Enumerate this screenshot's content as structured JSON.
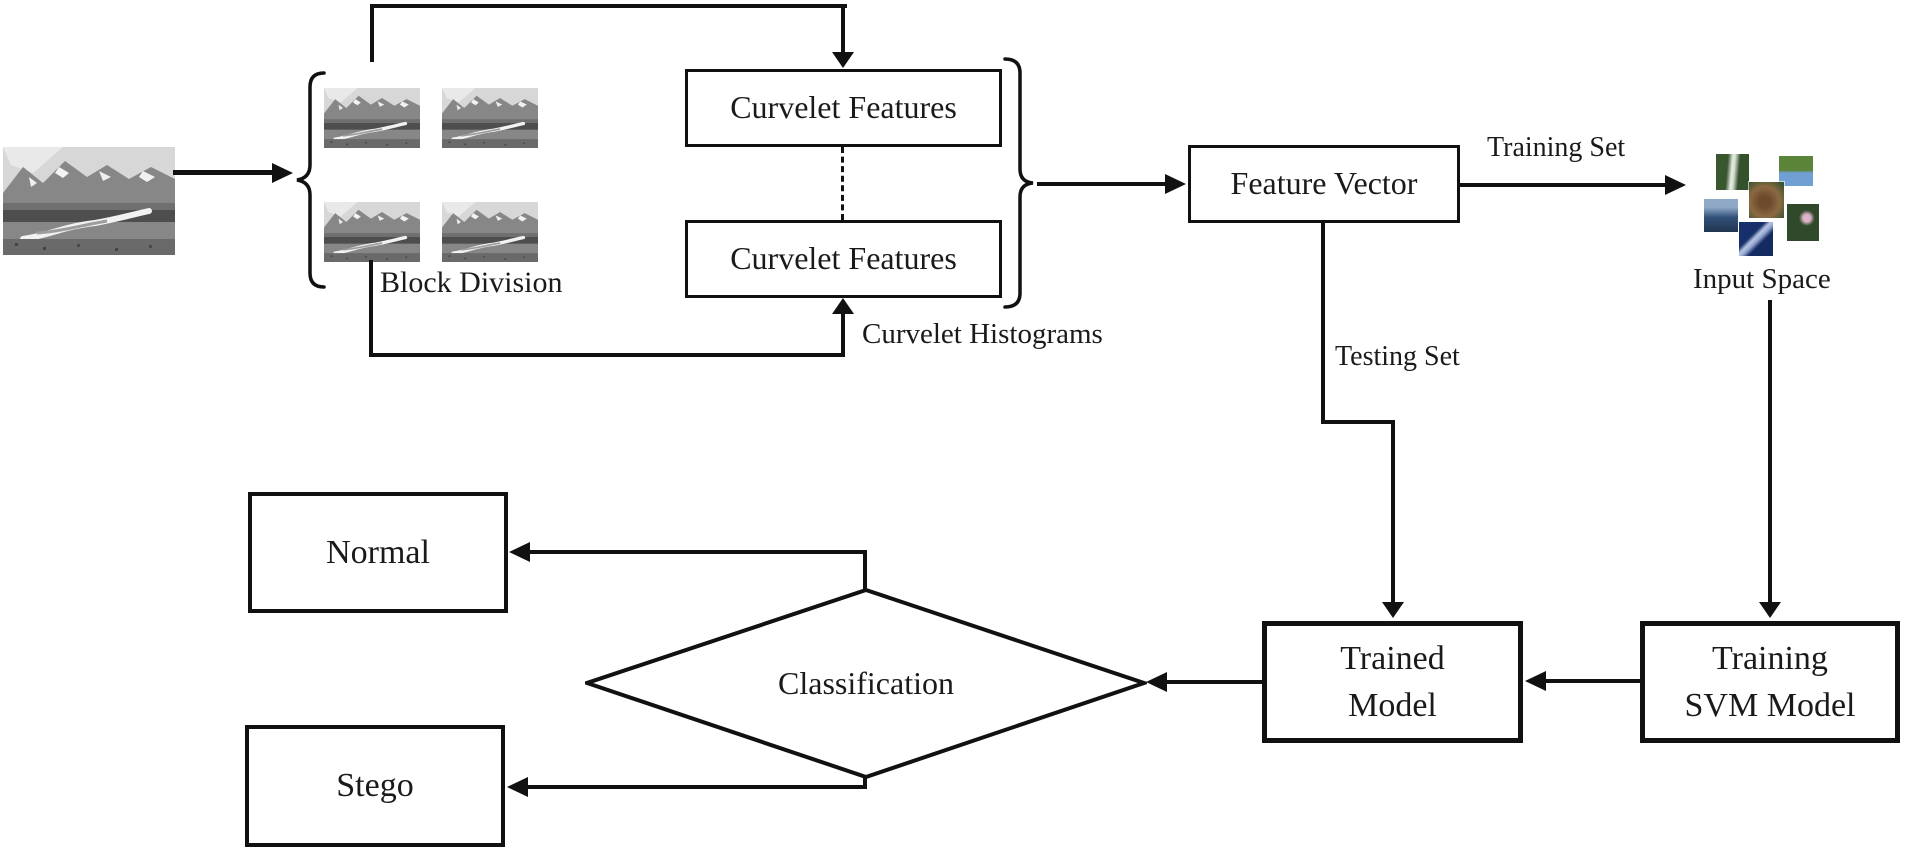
{
  "figure": {
    "title": "steganalysis-flow-diagram",
    "colors": {
      "ink": "#111111",
      "background": "#ffffff"
    },
    "labels": {
      "block_division": "Block Division",
      "curvelet_features_top": "Curvelet Features",
      "curvelet_features_bottom": "Curvelet Features",
      "curvelet_histograms": "Curvelet Histograms",
      "feature_vector": "Feature Vector",
      "training_set": "Training Set",
      "testing_set": "Testing Set",
      "input_space": "Input Space",
      "trained_model": [
        "Trained",
        "Model"
      ],
      "training_svm_model": [
        "Training",
        "SVM Model"
      ],
      "classification": "Classification",
      "normal": "Normal",
      "stego": "Stego"
    },
    "icons": {
      "cover_image": "grayscale-mountain-landscape-photo",
      "block_thumbnails": "grayscale-mountain-landscape-block",
      "input_space_thumbnails": [
        "waterfall-photo",
        "green-river-photo",
        "bear-rocks-photo",
        "lake-mountain-photo",
        "airplane-photo",
        "flowers-photo"
      ]
    }
  }
}
